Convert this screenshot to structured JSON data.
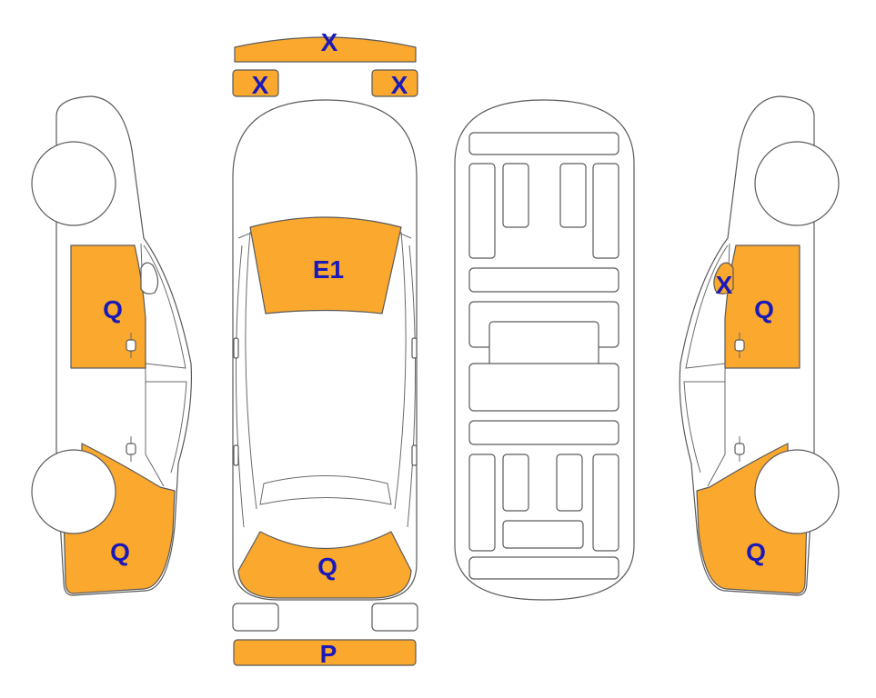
{
  "colors": {
    "damage_fill": "#FAA82E",
    "code_text": "#1A1AB8",
    "outline": "#5A5A5A"
  },
  "codes": {
    "roof_bar": "X",
    "front_left_lamp": "X",
    "front_right_lamp": "X",
    "windshield": "E1",
    "rear_area": "Q",
    "rear_bumper": "P",
    "left_front_door": "Q",
    "left_rear_quarter": "Q",
    "right_mirror": "X",
    "right_front_door": "Q",
    "right_rear_quarter": "Q"
  }
}
